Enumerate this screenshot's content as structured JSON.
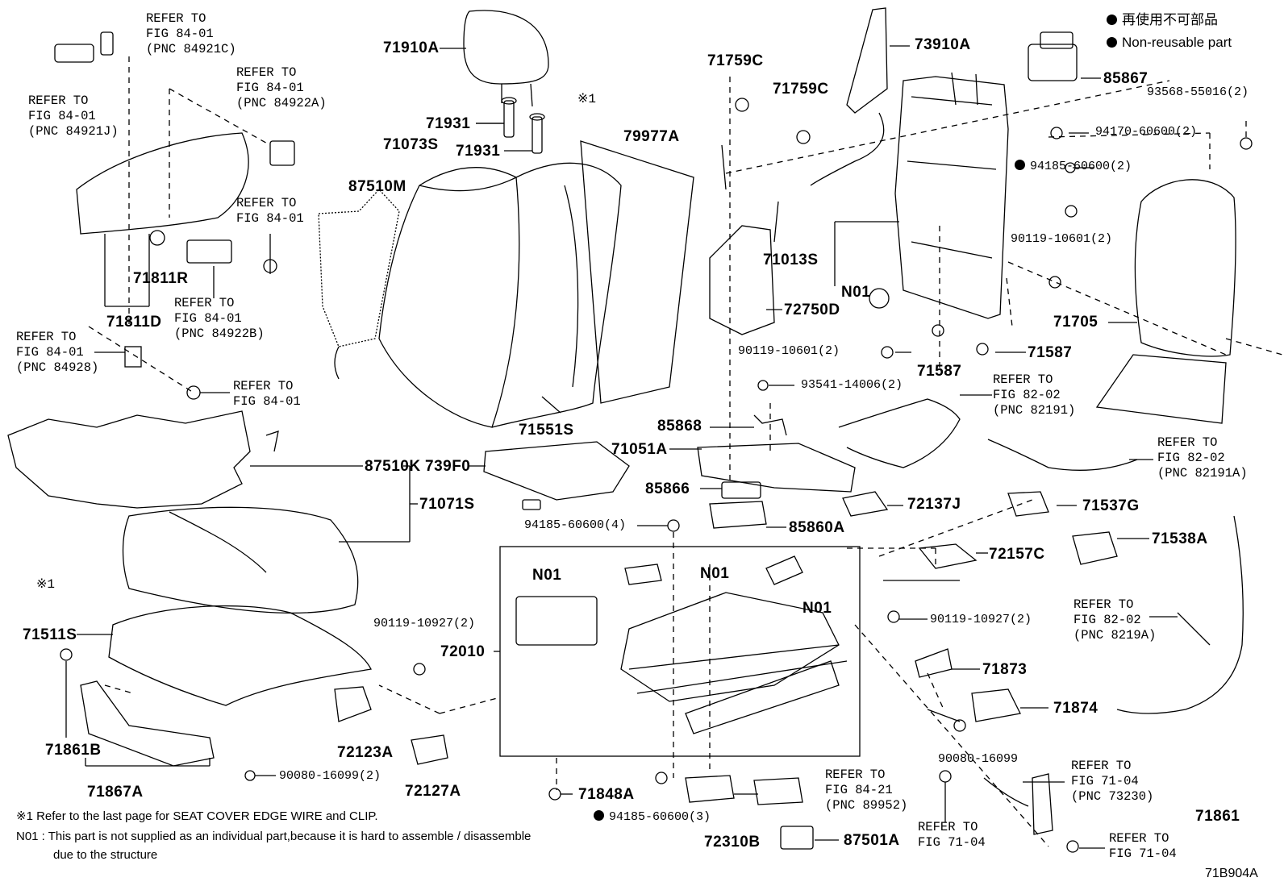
{
  "legend": {
    "jp": "再使用不可部品",
    "en": "Non-reusable part"
  },
  "figure_code": "71B904A",
  "labels": {
    "p71910A": "71910A",
    "p71931a": "71931",
    "p71931b": "71931",
    "p71073S": "71073S",
    "p87510M": "87510M",
    "p79977A": "79977A",
    "p71759Ca": "71759C",
    "p71759Cb": "71759C",
    "p73910A": "73910A",
    "p85867": "85867",
    "p93568": "93568-55016(2)",
    "p94170": "94170-60600(2)",
    "p94185a": "94185-60600(2)",
    "p90119a": "90119-10601(2)",
    "p71013S": "71013S",
    "pN01a": "N01",
    "p72750D": "72750D",
    "p90119b": "90119-10601(2)",
    "p71587a": "71587",
    "p71587b": "71587",
    "p71705": "71705",
    "p71811R": "71811R",
    "p71811D": "71811D",
    "p71551S": "71551S",
    "p93541": "93541-14006(2)",
    "p85868": "85868",
    "p71051A": "71051A",
    "p87510K": "87510K",
    "p739F0": "739F0",
    "p71071S": "71071S",
    "p85866": "85866",
    "p72137J": "72137J",
    "p71537G": "71537G",
    "p85860A": "85860A",
    "p94185b": "94185-60600(4)",
    "p71538A": "71538A",
    "pN01b": "N01",
    "pN01c": "N01",
    "pN01d": "N01",
    "p72157C": "72157C",
    "p71511S": "71511S",
    "p90119c": "90119-10927(2)",
    "p90119d": "90119-10927(2)",
    "p72010": "72010",
    "p71873": "71873",
    "p71874": "71874",
    "p71861B": "71861B",
    "p72123A": "72123A",
    "p71867A": "71867A",
    "p90080a": "90080-16099(2)",
    "p72127A": "72127A",
    "p90080b": "90080-16099",
    "p71848A": "71848A",
    "p94185c": "94185-60600(3)",
    "p72310B": "72310B",
    "p87501A": "87501A",
    "p71861": "71861",
    "mark1a": "※1",
    "mark1b": "※1"
  },
  "refs": {
    "r1": "REFER TO\nFIG 84-01\n(PNC 84921C)",
    "r2": "REFER TO\nFIG 84-01\n(PNC 84921J)",
    "r3": "REFER TO\nFIG 84-01\n(PNC 84922A)",
    "r4": "REFER TO\nFIG 84-01",
    "r5": "REFER TO\nFIG 84-01\n(PNC 84922B)",
    "r6": "REFER TO\nFIG 84-01\n(PNC 84928)",
    "r7": "REFER TO\nFIG 84-01",
    "r8": "REFER TO\nFIG 82-02\n(PNC 82191)",
    "r9": "REFER TO\nFIG 82-02\n(PNC 82191A)",
    "r10": "REFER TO\nFIG 82-02\n(PNC 8219A)",
    "r11": "REFER TO\nFIG 84-21\n(PNC 89952)",
    "r12": "REFER TO\nFIG 71-04\n(PNC 73230)",
    "r13": "REFER TO\nFIG 71-04",
    "r14": "REFER TO\nFIG 71-04"
  },
  "footnotes": {
    "n1": "※1  Refer to the last page for SEAT COVER EDGE WIRE and CLIP.",
    "n2a": "N01 : This part is not supplied as an individual part,because it is hard to assemble / disassemble",
    "n2b": "due to the structure"
  }
}
